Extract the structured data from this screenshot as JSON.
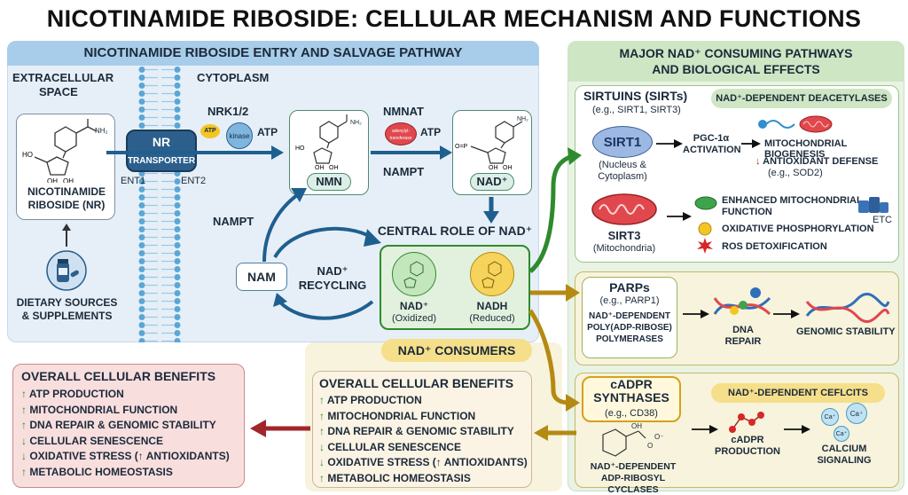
{
  "title": "NICOTINAMIDE RIBOSIDE: CELLULAR MECHANISM AND FUNCTIONS",
  "entry": {
    "header": "NICOTINAMIDE RIBOSIDE ENTRY AND SALVAGE PATHWAY",
    "extracellular": [
      "EXTRACELLULAR",
      "SPACE"
    ],
    "cytoplasm": "CYTOPLASM",
    "nr_label": [
      "NICOTINAMIDE",
      "RIBOSIDE (NR)"
    ],
    "dietary": [
      "DIETARY SOURCES",
      "& SUPPLEMENTS"
    ],
    "transporter_nr": "NR",
    "transporter": "TRANSPORTER",
    "ent1": "ENT1",
    "ent2": "ENT2",
    "nrk": "NRK1/2",
    "atp_small": "ATP",
    "kinase": "kinase",
    "atp": "ATP",
    "nmn": "NMN",
    "nmnat": "NMNAT",
    "adenylyltransferase": "adenylyl-transferase",
    "atp2": "ATP",
    "nampt_top": "NAMPT",
    "nad": "NAD⁺",
    "nampt_left": "NAMPT",
    "nam": "NAM",
    "recycling": [
      "NAD⁺",
      "RECYCLING"
    ],
    "nh2": "NH₂"
  },
  "central": {
    "title": "CENTRAL ROLE OF NAD⁺",
    "oxidized": "NAD⁺",
    "oxidized_sub": "(Oxidized)",
    "reduced": "NADH",
    "reduced_sub": "(Reduced)",
    "consumers": "NAD⁺ CONSUMERS"
  },
  "major": {
    "header": [
      "MAJOR NAD⁺ CONSUMING PATHWAYS",
      "AND BIOLOGICAL EFFECTS"
    ]
  },
  "sirtuins": {
    "title": "SIRTUINS (SIRTs)",
    "sub": "(e.g., SIRT1, SIRT3)",
    "tag": "NAD⁺-DEPENDENT DEACETYLASES",
    "sirt1": "SIRT1",
    "sirt1_loc": [
      "(Nucleus &",
      "Cytoplasm)"
    ],
    "pgc": [
      "PGC-1α",
      "ACTIVATION"
    ],
    "mito_bio": "MITOCHONDRIAL BIOGENESIS",
    "antiox": [
      "ANTIOXIDANT DEFENSE",
      "(e.g., SOD2)"
    ],
    "sirt3": "SIRT3",
    "sirt3_loc": "(Mitochondria)",
    "enhanced": [
      "ENHANCED MITOCHONDRIAL",
      "FUNCTION"
    ],
    "etc": "ETC",
    "oxphos": "OXIDATIVE PHOSPHORYLATION",
    "ros": "ROS DETOXIFICATION"
  },
  "parps": {
    "title": "PARPs",
    "sub": "(e.g., PARP1)",
    "desc": [
      "NAD⁺-DEPENDENT",
      "POLY(ADP-RIBOSE)",
      "POLYMERASES"
    ],
    "dna": [
      "DNA",
      "REPAIR"
    ],
    "genomic": "GENOMIC STABILITY"
  },
  "cadpr": {
    "title": [
      "cADPR",
      "SYNTHASES"
    ],
    "sub": "(e.g., CD38)",
    "tag": "NAD⁺-DEPENDENT CEFLCITS",
    "oh": "OH",
    "o": "O",
    "oa": "O⁻",
    "cyclases": [
      "NAD⁺-DEPENDENT",
      "ADP-RIBOSYL CYCLASES"
    ],
    "production": [
      "cADPR",
      "PRODUCTION"
    ],
    "calcium": [
      "CALCIUM",
      "SIGNALING"
    ],
    "ca": "Ca⁺"
  },
  "benefits_mid": {
    "title": "OVERALL CELLULAR BENEFITS",
    "items": [
      {
        "arrow": "↑",
        "text": "ATP PRODUCTION"
      },
      {
        "arrow": "↑",
        "text": "MITOCHONDRIAL FUNCTION"
      },
      {
        "arrow": "↑",
        "text": "DNA REPAIR & GENOMIC STABILITY"
      },
      {
        "arrow": "↓",
        "text": "CELLULAR SENESCENCE"
      },
      {
        "arrow": "↓",
        "text": "OXIDATIVE STRESS (↑ ANTIOXIDANTS)"
      },
      {
        "arrow": "↑",
        "text": "METABOLIC HOMEOSTASIS"
      }
    ]
  },
  "benefits_left": {
    "title": "OVERALL CELLULAR BENEFITS",
    "items": [
      {
        "arrow": "↑",
        "text": "ATP PRODUCTION"
      },
      {
        "arrow": "↑",
        "text": "MITOCHONDRIAL FUNCTION"
      },
      {
        "arrow": "↑",
        "text": "DNA REPAIR & GENOMIC STABILITY"
      },
      {
        "arrow": "↓",
        "text": "CELLULAR SENESCENCE"
      },
      {
        "arrow": "↓",
        "text": "OXIDATIVE STRESS (↑ ANTIOXIDANTS)"
      },
      {
        "arrow": "↑",
        "text": "METABOLIC HOMEOSTASIS"
      }
    ]
  },
  "colors": {
    "entry_bg": "#e6eff8",
    "entry_header": "#a8cdea",
    "major_bg": "#e9f3e4",
    "major_header": "#cfe6c4",
    "cons_bg": "#f7f3dc",
    "central_bg": "#e2f1dd",
    "benefit_left_bg": "#f9dede",
    "benefit_mid_bg": "#fbf3e3",
    "green_arrow": "#2f8a2d",
    "gold_arrow": "#b58a12",
    "red_arrow": "#a0262b",
    "blue_arrow": "#1f5f8f"
  }
}
